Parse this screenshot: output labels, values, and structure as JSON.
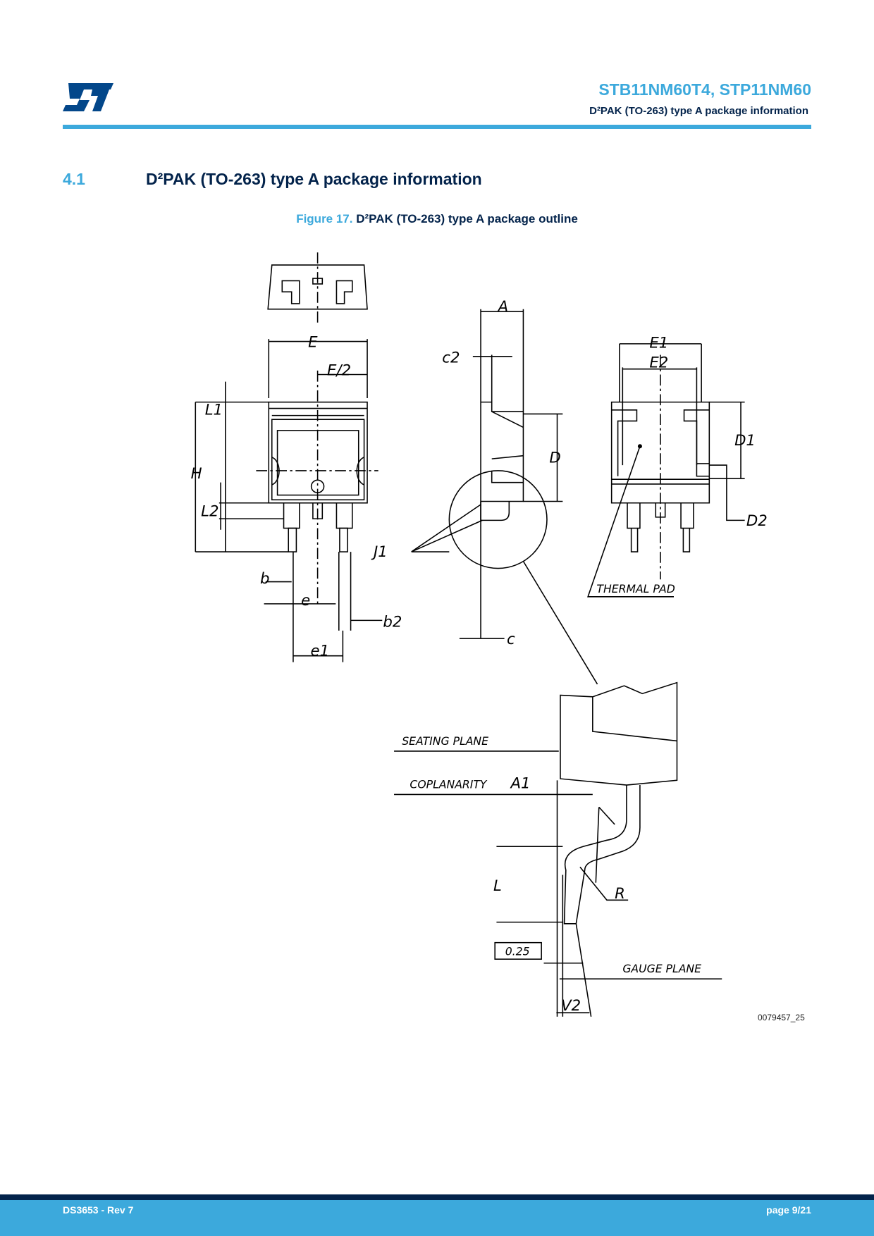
{
  "header": {
    "logo": "ST",
    "doc_title": "STB11NM60T4, STP11NM60",
    "doc_subtitle": "D²PAK (TO-263) type A package information"
  },
  "section": {
    "number": "4.1",
    "title": "D²PAK (TO-263) type A package information"
  },
  "figure": {
    "number_label": "Figure 17.",
    "title": "D²PAK (TO-263) type A package outline",
    "id": "0079457_25",
    "labels": {
      "E": "E",
      "E_half": "E/2",
      "L1": "L1",
      "H": "H",
      "L2": "L2",
      "b": "b",
      "e": "e",
      "b2": "b2",
      "e1": "e1",
      "A": "A",
      "c2": "c2",
      "D": "D",
      "J1": "J1",
      "c": "c",
      "E1": "E1",
      "E2": "E2",
      "D1": "D1",
      "D2": "D2",
      "thermal_pad": "THERMAL  PAD",
      "seating_plane": "SEATING  PLANE",
      "coplanarity": "COPLANARITY",
      "A1": "A1",
      "L": "L",
      "R": "R",
      "gauge_value": "0.25",
      "gauge_plane": "GAUGE  PLANE",
      "V2": "V2"
    }
  },
  "footer": {
    "doc_rev": "DS3653 - Rev 7",
    "page": "page 9/21"
  },
  "colors": {
    "accent": "#3ca9dc",
    "navy": "#03234b"
  }
}
